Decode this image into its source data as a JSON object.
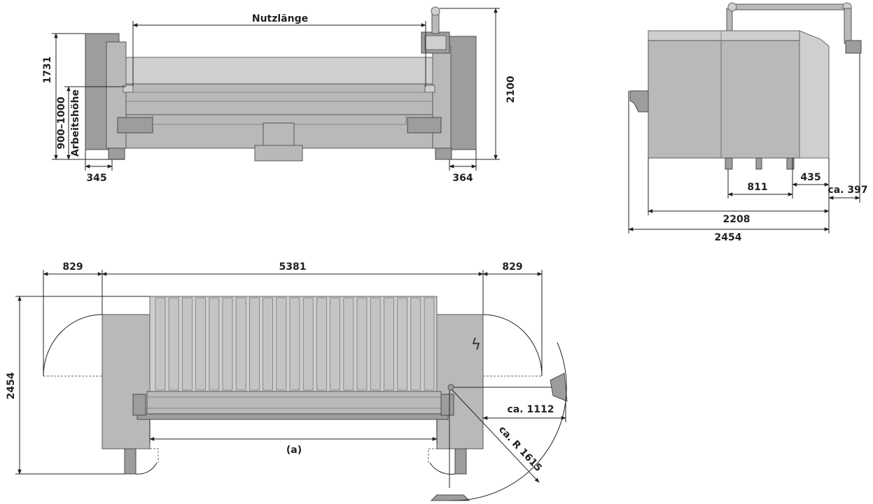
{
  "front_view": {
    "dim_nutzlaenge": "Nutzlänge",
    "dim_height_total": "1731",
    "dim_working_height": "900–1000",
    "dim_working_height_label": "Arbeitshöhe",
    "dim_height_with_arm": "2100",
    "dim_left_foot": "345",
    "dim_right_foot": "364"
  },
  "side_view": {
    "dim_811": "811",
    "dim_435": "435",
    "dim_ca_397": "ca. 397",
    "dim_2208": "2208",
    "dim_2454": "2454"
  },
  "top_view": {
    "dim_left_829": "829",
    "dim_5381": "5381",
    "dim_right_829": "829",
    "dim_depth_2454": "2454",
    "dim_ca_1112": "ca. 1112",
    "dim_radius": "ca. R 1615",
    "label_a": "(a)",
    "voltage_symbol": "ϟ"
  }
}
